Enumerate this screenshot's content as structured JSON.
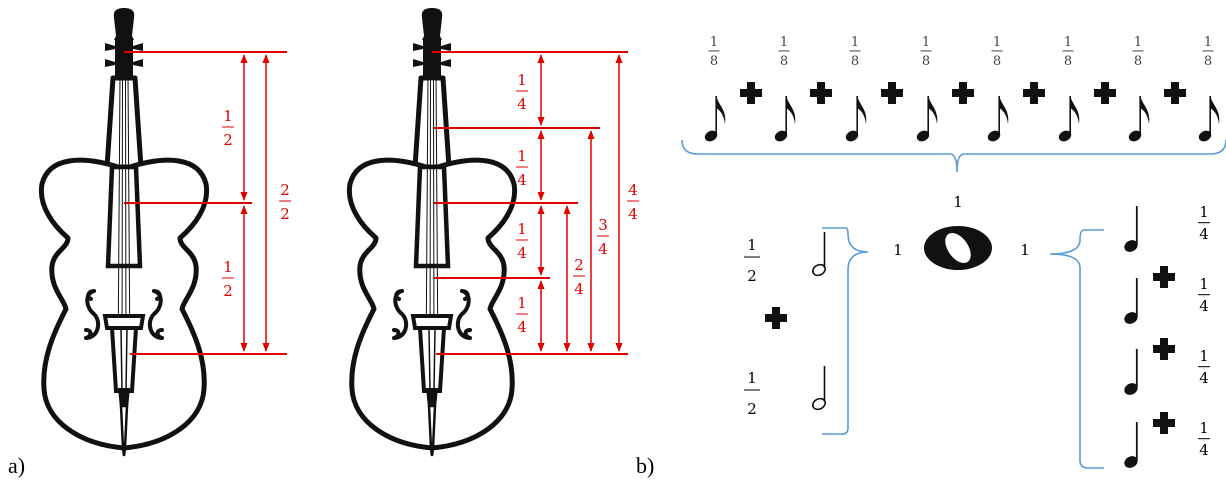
{
  "panel_labels": {
    "a": "a)",
    "b": "b)"
  },
  "cello1": {
    "halves": [
      {
        "num": "1",
        "den": "2"
      },
      {
        "num": "1",
        "den": "2"
      }
    ],
    "whole": {
      "num": "2",
      "den": "2"
    }
  },
  "cello2": {
    "quarters": [
      {
        "num": "1",
        "den": "4"
      },
      {
        "num": "1",
        "den": "4"
      },
      {
        "num": "1",
        "den": "4"
      },
      {
        "num": "1",
        "den": "4"
      }
    ],
    "cumulative": [
      {
        "num": "2",
        "den": "4"
      },
      {
        "num": "3",
        "den": "4"
      },
      {
        "num": "4",
        "den": "4"
      }
    ]
  },
  "eighths": {
    "fractions": [
      {
        "num": "1",
        "den": "8"
      },
      {
        "num": "1",
        "den": "8"
      },
      {
        "num": "1",
        "den": "8"
      },
      {
        "num": "1",
        "den": "8"
      },
      {
        "num": "1",
        "den": "8"
      },
      {
        "num": "1",
        "den": "8"
      },
      {
        "num": "1",
        "den": "8"
      },
      {
        "num": "1",
        "den": "8"
      }
    ],
    "note_icon": "eighth-note-icon",
    "plus_icon": "plus-icon"
  },
  "whole_note": {
    "label_top": "1",
    "label_left": "1",
    "label_right": "1",
    "icon": "whole-note-icon"
  },
  "halves_group": {
    "fractions": [
      {
        "num": "1",
        "den": "2"
      },
      {
        "num": "1",
        "den": "2"
      }
    ],
    "note_icon": "half-note-icon"
  },
  "quarters_group": {
    "fractions": [
      {
        "num": "1",
        "den": "4"
      },
      {
        "num": "1",
        "den": "4"
      },
      {
        "num": "1",
        "den": "4"
      },
      {
        "num": "1",
        "den": "4"
      }
    ],
    "note_icon": "quarter-note-icon"
  },
  "colors": {
    "measure": "#e00000",
    "bracket": "#5b9bd5",
    "ink": "#000000"
  }
}
